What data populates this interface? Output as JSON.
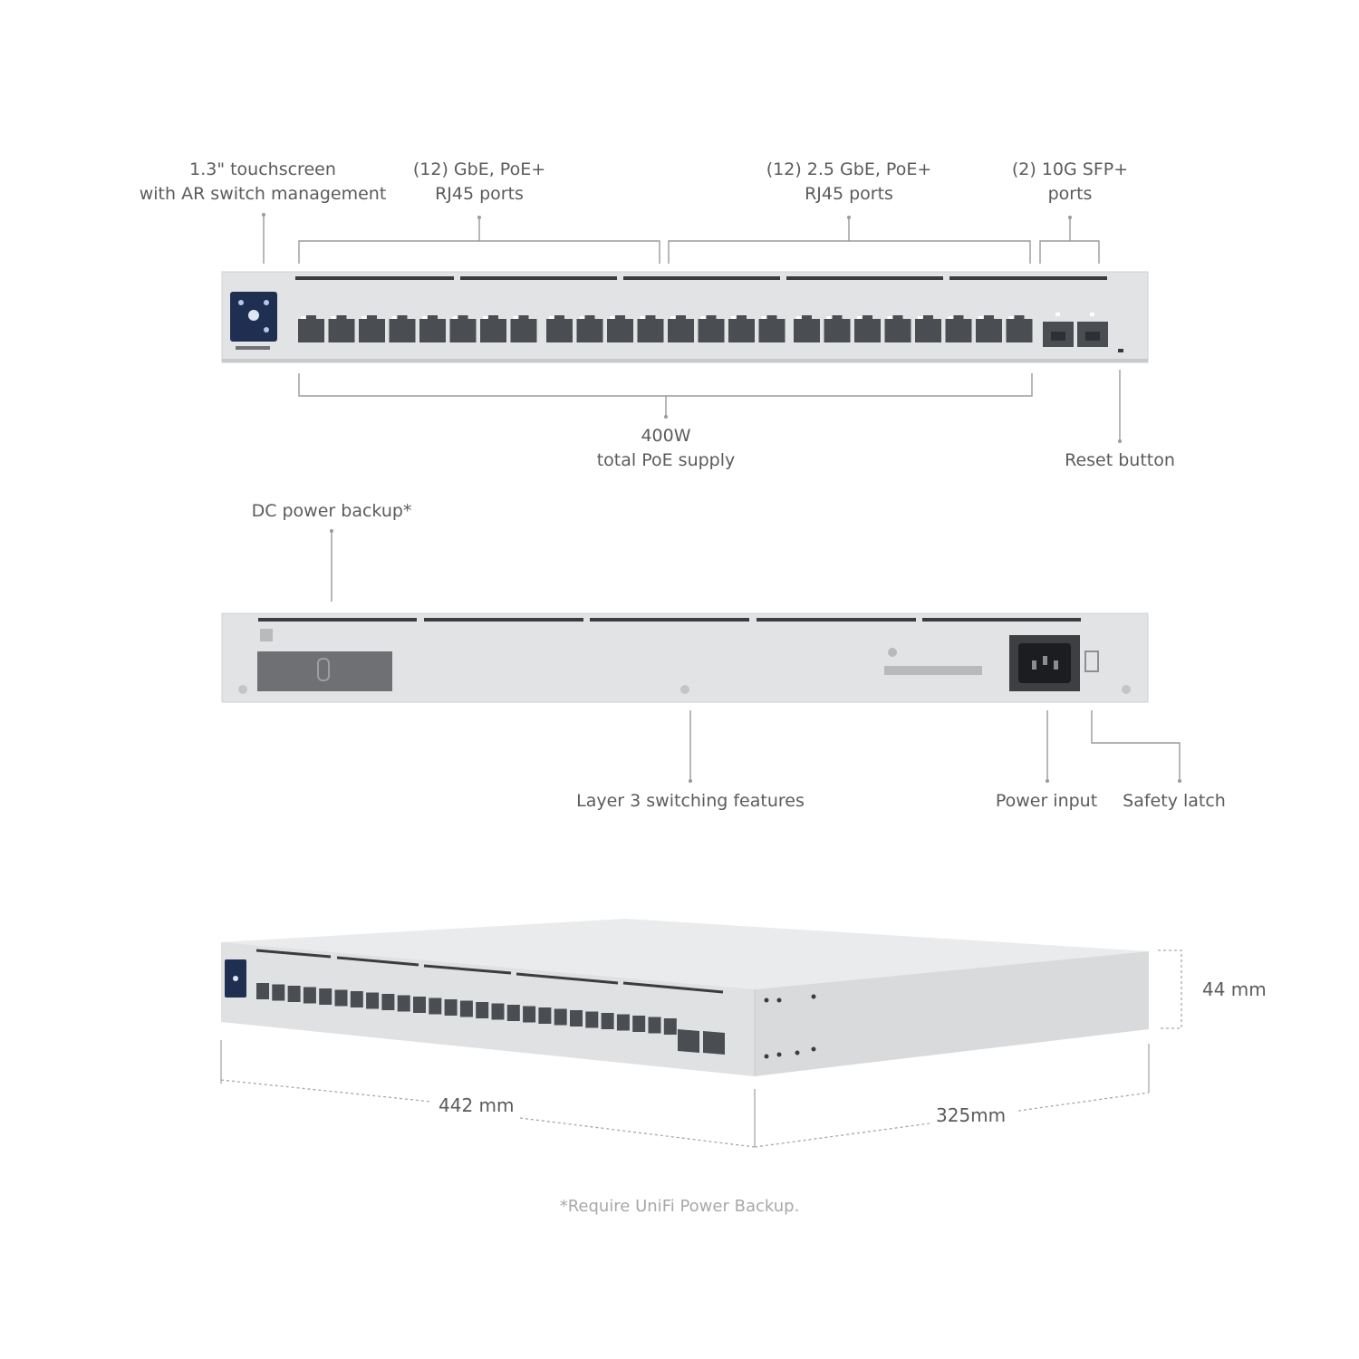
{
  "front": {
    "touchscreen": {
      "line1": "1.3\" touchscreen",
      "line2": "with AR switch management"
    },
    "gbe": {
      "line1": "(12) GbE, PoE+",
      "line2": "RJ45 ports"
    },
    "gbe25": {
      "line1": "(12) 2.5 GbE, PoE+",
      "line2": "RJ45 ports"
    },
    "sfp": {
      "line1": "(2) 10G SFP+",
      "line2": "ports"
    },
    "poe": {
      "line1": "400W",
      "line2": "total PoE supply"
    },
    "reset": "Reset button"
  },
  "rear": {
    "dc": "DC power backup*",
    "layer3": "Layer 3 switching features",
    "power": "Power input",
    "latch": "Safety latch"
  },
  "dims": {
    "height": "44 mm",
    "width": "442 mm",
    "depth": "325mm"
  },
  "footnote": "*Require UniFi Power Backup.",
  "colors": {
    "chassis": "#dedfe1",
    "chassis_edge": "#c9cacc",
    "port": "#4a4d52",
    "screen": "#1f2f52",
    "line": "#9a9a9a"
  }
}
